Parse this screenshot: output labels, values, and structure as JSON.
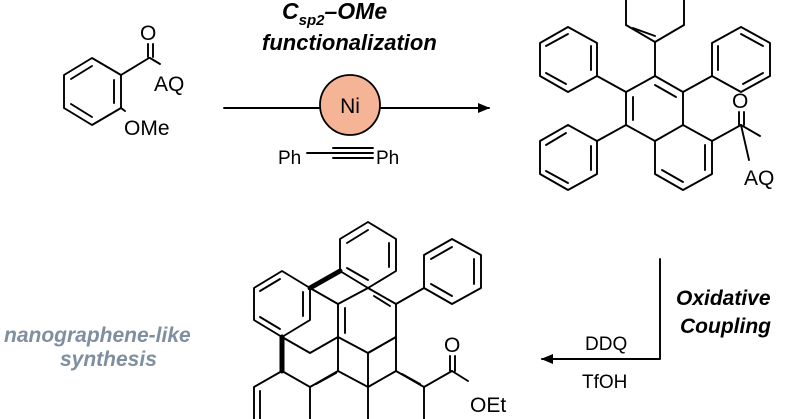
{
  "start_material": {
    "label_ketone_o": "O",
    "label_aq": "AQ",
    "label_ome": "OMe"
  },
  "step1": {
    "title_c": "C",
    "title_sub": "sp2",
    "title_rest": "–OMe",
    "title_line2": "functionalization",
    "catalyst": "Ni",
    "alkyne_left": "Ph",
    "alkyne_right": "Ph",
    "catalyst_color": "#f5b496"
  },
  "product1": {
    "label_o": "O",
    "label_aq": "AQ"
  },
  "step2": {
    "reagent1": "DDQ",
    "reagent2": "TfOH",
    "title_line1": "Oxidative",
    "title_line2": "Coupling"
  },
  "caption": {
    "line1": "nanographene-like",
    "line2": "synthesis",
    "color": "#7f8fa0"
  },
  "product2": {
    "label_o": "O",
    "label_oet": "OEt"
  }
}
